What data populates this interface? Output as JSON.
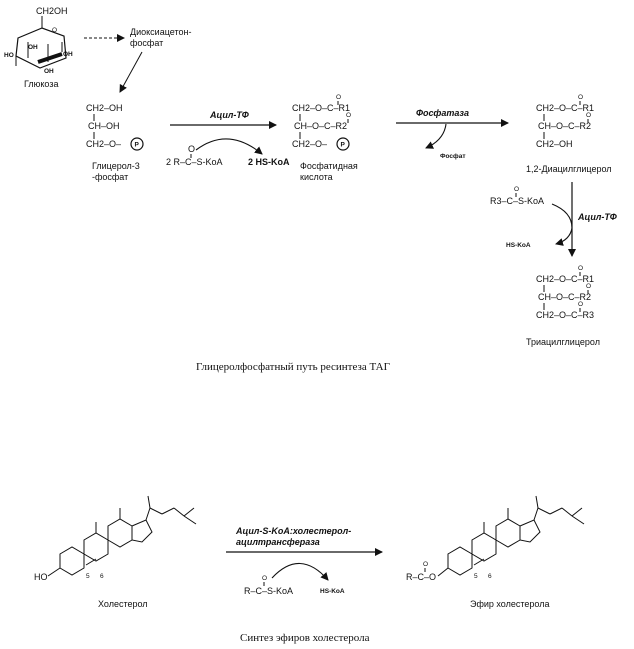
{
  "glucose": {
    "ring_ch2oh": "CH2OH",
    "oh_labels": [
      "OH",
      "HO",
      "OH",
      "OH"
    ],
    "name": "Глюкоза"
  },
  "dhap": {
    "line1": "Диоксиацетон-",
    "line2": "фосфат"
  },
  "glycerol3p": {
    "rows": [
      "CH2–OH",
      "CH–OH",
      "CH2–O–"
    ],
    "p": "P",
    "name_line1": "Глицерол-3",
    "name_line2": "-фосфат"
  },
  "step1": {
    "enzyme": "Ацил-ТФ",
    "substrate": "2 R–C–S-KoA",
    "carbonyl_o": "O",
    "product": "2 HS-KoA"
  },
  "phosphatidic": {
    "rows": [
      "CH2–O–C–R1",
      "CH–O–C–R2",
      "CH2–O–"
    ],
    "p": "P",
    "name_line1": "Фосфатидная",
    "name_line2": "кислота"
  },
  "step2": {
    "enzyme": "Фосфатаза",
    "released": "Фосфат"
  },
  "diacylglycerol": {
    "rows": [
      "CH2–O–C–R1",
      "CH–O–C–R2",
      "CH2–OH"
    ],
    "name": "1,2-Диацилглицерол"
  },
  "step3": {
    "enzyme": "Ацил-ТФ",
    "substrate": "R3–C–S-KoA",
    "released": "HS-KoA"
  },
  "triacylglycerol": {
    "rows": [
      "CH2–O–C–R1",
      "CH–O–C–R2",
      "CH2–O–C–R3"
    ],
    "name": "Триацилглицерол"
  },
  "caption1": "Глицеролфосфатный путь ресинтеза ТАГ",
  "cholesterol": {
    "ho": "HO",
    "pos5": "5",
    "pos6": "6",
    "name": "Холестерол"
  },
  "step4": {
    "enzyme_line1": "Ацил-S-KoA:холестерол-",
    "enzyme_line2": "ацилтрансфераза",
    "substrate": "R–C–S-KoA",
    "released": "HS-KoA"
  },
  "ester": {
    "prefix": "R–C–O",
    "pos5": "5",
    "pos6": "6",
    "name": "Эфир холестерола"
  },
  "caption2": "Синтез эфиров холестерола"
}
